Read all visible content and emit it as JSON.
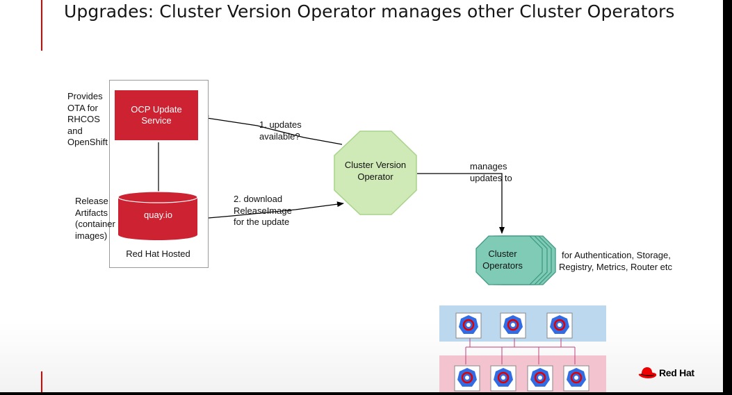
{
  "slide": {
    "title": "Upgrades: Cluster Version Operator manages other Cluster Operators"
  },
  "left_notes": {
    "provides": [
      "Provides",
      "OTA for",
      "RHCOS",
      "and",
      "OpenShift"
    ],
    "release": [
      "Release",
      "Artifacts",
      "(container",
      "images)"
    ]
  },
  "nodes": {
    "update_service": "OCP Update Service",
    "quay": "quay.io",
    "hosted_caption": "Red Hat Hosted",
    "cvo": [
      "Cluster Version",
      "Operator"
    ],
    "cluster_operators": [
      "Cluster",
      "Operators"
    ]
  },
  "edges": {
    "updates_available": [
      "1. updates",
      "available?"
    ],
    "download": [
      "2. download",
      "ReleaseImage",
      "for the update"
    ],
    "manages": [
      "manages",
      "updates to"
    ]
  },
  "operators_for": [
    "for Authentication, Storage,",
    "Registry, Metrics, Router etc"
  ],
  "colors": {
    "accent": "#e00000",
    "update_service": "#cc2231",
    "cvo_fill": "#cfe9b7",
    "cvo_stroke": "#a8d48a",
    "co_fill": "#7fcbb6",
    "co_stroke": "#3f9a83",
    "top_band": "#bcd8ee",
    "bottom_band": "#f3c4cf"
  },
  "icons": [
    "openshift-operator-icon"
  ],
  "brand": {
    "logo_text": "Red Hat",
    "icon": "red-hat-fedora-icon"
  }
}
